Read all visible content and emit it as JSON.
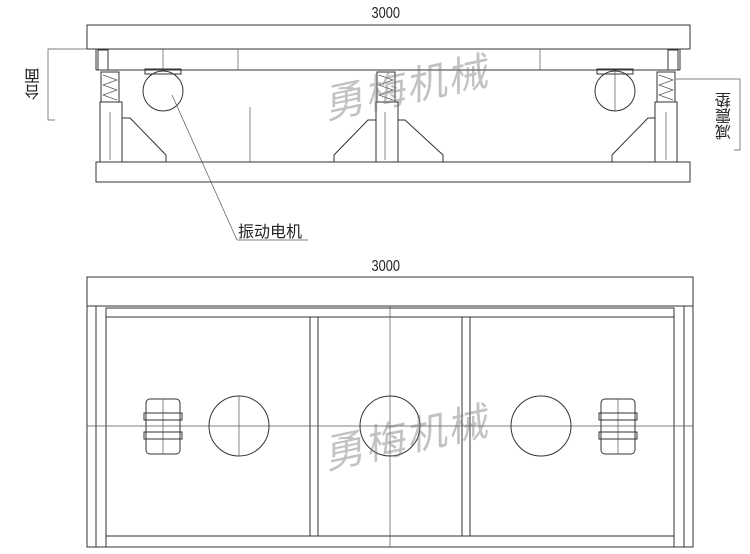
{
  "front_view": {
    "width_dimension": "3000",
    "label_table_top": "台面",
    "label_damper_pad": "减震垫",
    "label_vibration_motor": "振动电机"
  },
  "top_view": {
    "width_dimension": "3000"
  },
  "watermark": "勇梅机械",
  "colors": {
    "line": "#333333",
    "background": "#ffffff"
  }
}
